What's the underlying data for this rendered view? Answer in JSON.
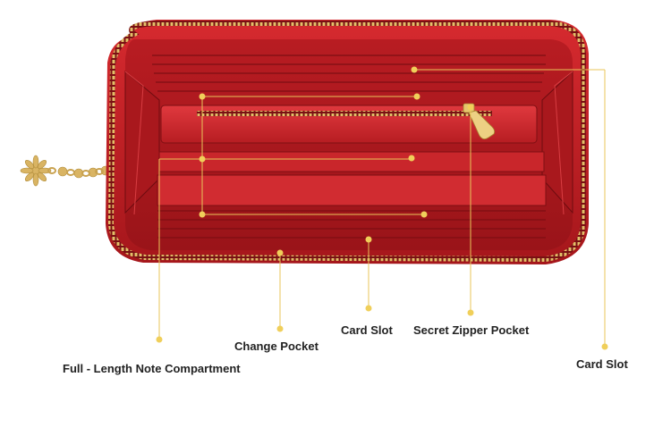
{
  "callouts": {
    "full_length_note": "Full - Length Note Compartment",
    "change_pocket": "Change Pocket",
    "card_slot_middle": "Card Slot",
    "secret_zipper_pocket": "Secret Zipper Pocket",
    "card_slot_right": "Card Slot"
  },
  "colors": {
    "background": "#ffffff",
    "leather": "#c41e24",
    "leather_dark": "#8e1216",
    "zipper_gold": "#d8b45a",
    "callout_line": "#e8c65a",
    "label_text": "#222222"
  }
}
